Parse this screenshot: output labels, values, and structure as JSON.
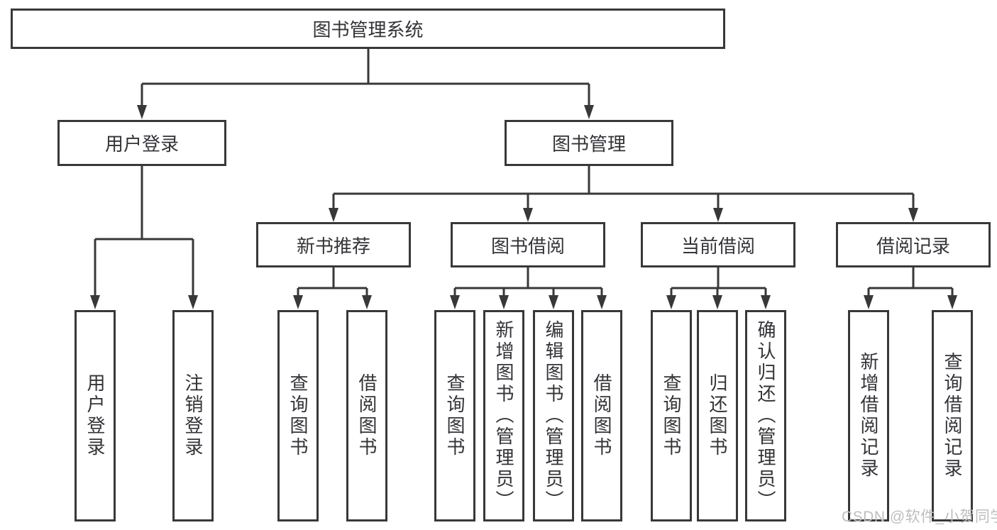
{
  "tree": {
    "root": {
      "label": "图书管理系统"
    },
    "user_login": {
      "label": "用户登录",
      "children": [
        "用户登录",
        "注销登录"
      ]
    },
    "book_mgmt": {
      "label": "图书管理",
      "sections": {
        "new_books": {
          "label": "新书推荐",
          "children": [
            "查询图书",
            "借阅图书"
          ]
        },
        "book_borrow": {
          "label": "图书借阅",
          "children": [
            "查询图书",
            "新增图书（管理员）",
            "编辑图书（管理员）",
            "借阅图书"
          ]
        },
        "current_borrow": {
          "label": "当前借阅",
          "children": [
            "查询图书",
            "归还图书",
            "确认归还（管理员）"
          ]
        },
        "borrow_records": {
          "label": "借阅记录",
          "children": [
            "新增借阅记录",
            "查询借阅记录"
          ]
        }
      }
    }
  },
  "watermark": "CSDN @软件_小贺同学",
  "colors": {
    "line": "#383838",
    "box_border": "#383838",
    "text": "#333338",
    "watermark": "#bdbec1",
    "background": "#ffffff"
  }
}
